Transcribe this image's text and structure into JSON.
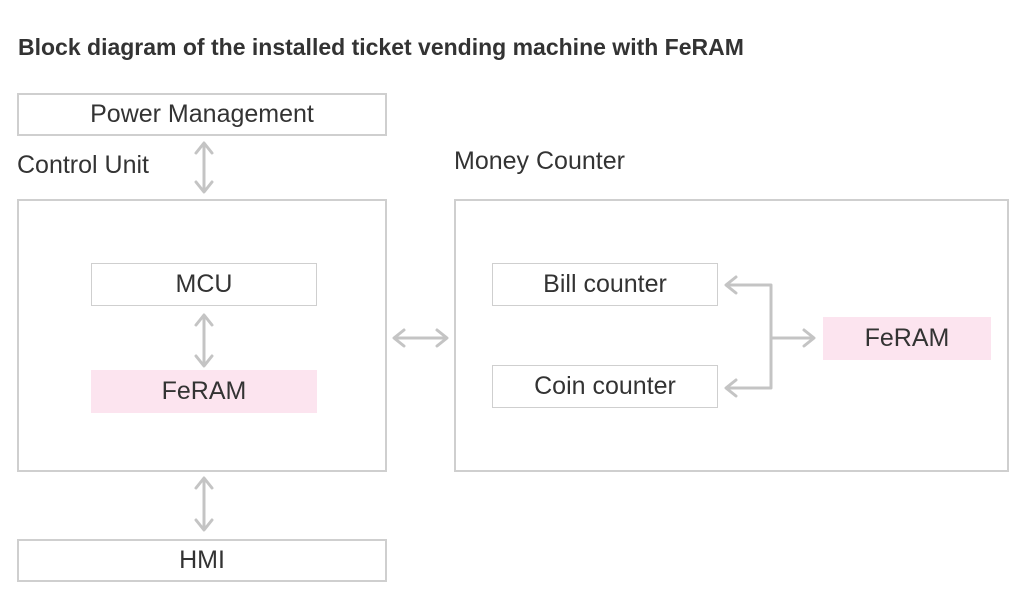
{
  "title": "Block diagram of the installed ticket vending machine with FeRAM",
  "power_management": "Power Management",
  "control_unit": {
    "label": "Control Unit",
    "mcu": "MCU",
    "feram": "FeRAM"
  },
  "money_counter": {
    "label": "Money Counter",
    "bill_counter": "Bill counter",
    "coin_counter": "Coin counter",
    "feram": "FeRAM"
  },
  "hmi": "HMI",
  "colors": {
    "box_border": "#cfcfcf",
    "arrow": "#c4c4c4",
    "feram_fill": "#fce4ef",
    "text": "#333333"
  }
}
